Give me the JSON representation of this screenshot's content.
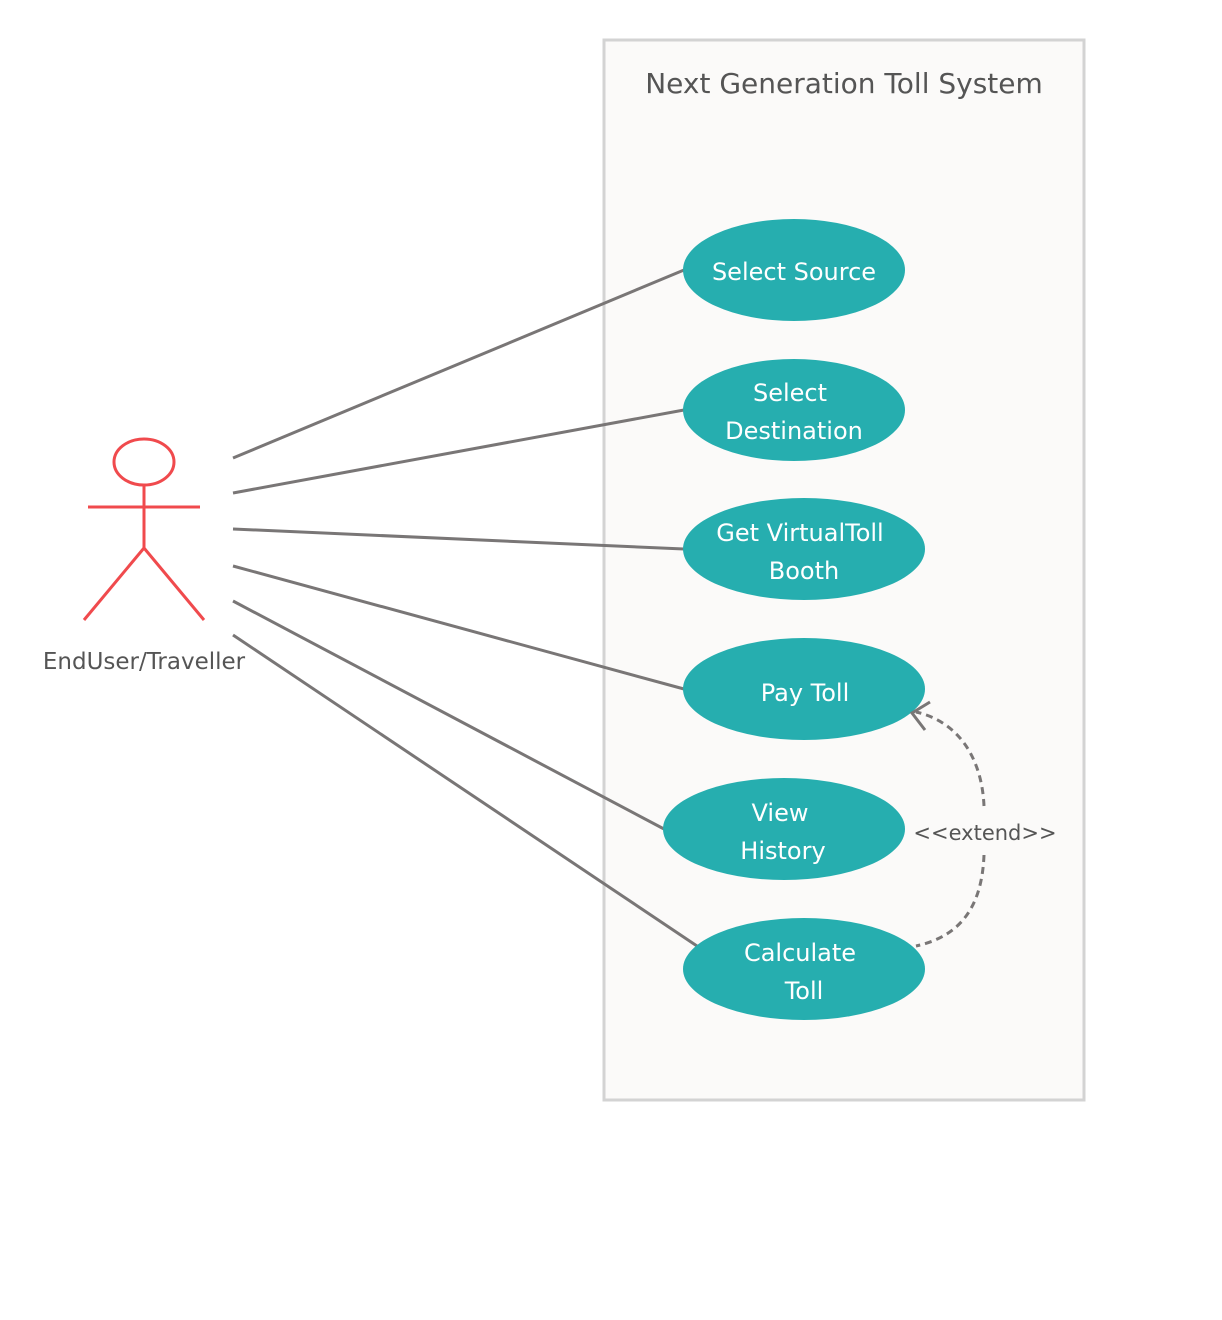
{
  "system": {
    "title": "Next Generation Toll System"
  },
  "actor": {
    "label": "EndUser/Traveller",
    "color": "#f04a4d"
  },
  "use_cases": [
    {
      "id": "select-source",
      "lines": [
        "Select Source"
      ]
    },
    {
      "id": "select-destination",
      "lines": [
        "Select",
        "Destination"
      ]
    },
    {
      "id": "get-virtual-toll-booth",
      "lines": [
        "Get VirtualToll",
        "Booth"
      ]
    },
    {
      "id": "pay-toll",
      "lines": [
        "Pay Toll"
      ]
    },
    {
      "id": "view-history",
      "lines": [
        "View",
        "History"
      ]
    },
    {
      "id": "calculate-toll",
      "lines": [
        "Calculate",
        "Toll"
      ]
    }
  ],
  "relations": {
    "extend_label": "<<extend>>",
    "extend_from": "calculate-toll",
    "extend_to": "pay-toll"
  },
  "colors": {
    "use_case_fill": "#26aeaf",
    "boundary_fill": "#fbfaf9",
    "boundary_stroke": "#d3d3d3",
    "line": "#797676"
  }
}
